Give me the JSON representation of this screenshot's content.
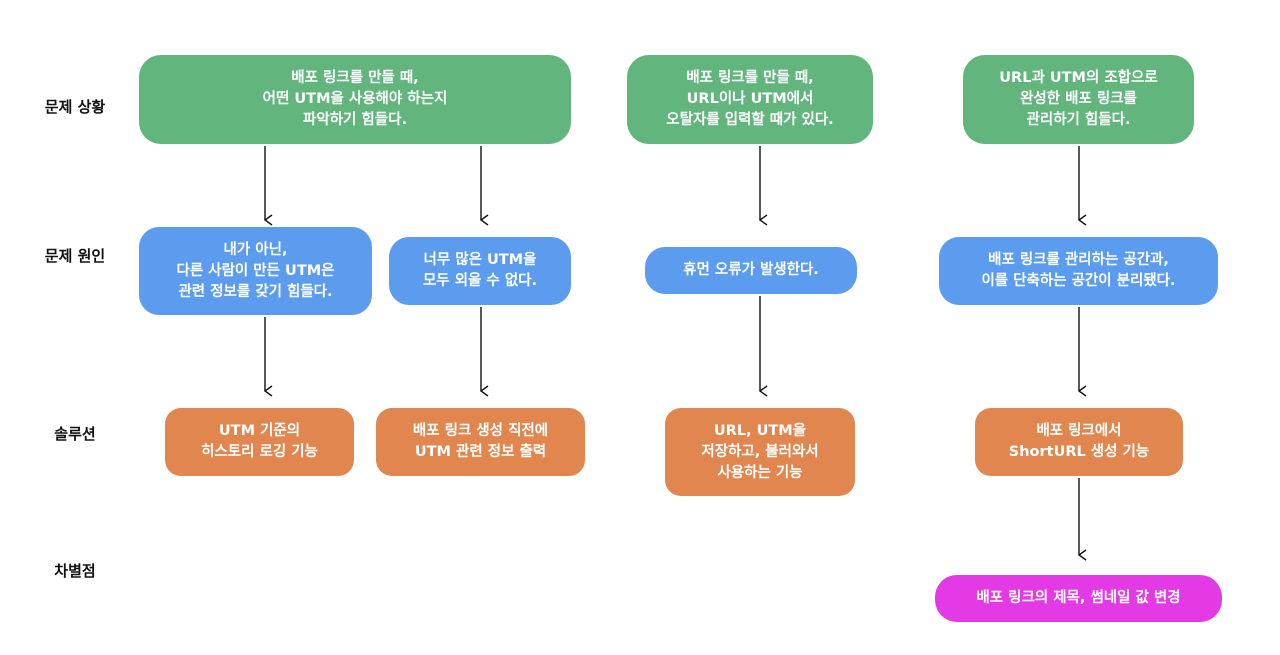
{
  "row_labels": {
    "problem": "문제 상황",
    "cause": "문제 원인",
    "solution": "솔루션",
    "differentiator": "차별점"
  },
  "problems": [
    "배포 링크를 만들 때,\n어떤 UTM을 사용해야 하는지\n파악하기 힘들다.",
    "배포 링크를 만들 때,\nURL이나 UTM에서\n오탈자를 입력할 때가 있다.",
    "URL과 UTM의 조합으로\n완성한 배포 링크를\n관리하기 힘들다."
  ],
  "causes": [
    "내가 아닌,\n다른 사람이 만든 UTM은\n관련 정보를 갖기 힘들다.",
    "너무 많은 UTM을\n모두 외울 수 없다.",
    "휴먼 오류가 발생한다.",
    "배포 링크를 관리하는 공간과,\n이를 단축하는 공간이 분리됐다."
  ],
  "solutions": [
    "UTM 기준의\n히스토리 로깅 기능",
    "배포 링크 생성 직전에\nUTM 관련 정보 출력",
    "URL, UTM을\n저장하고, 불러와서\n사용하는 기능",
    "배포 링크에서\nShortURL 생성 기능"
  ],
  "differentiators": [
    "배포 링크의 제목, 썸네일 값 변경"
  ],
  "colors": {
    "problem": "#62b57d",
    "cause": "#5b9cef",
    "solution": "#e0864e",
    "differentiator": "#e43ae6"
  }
}
